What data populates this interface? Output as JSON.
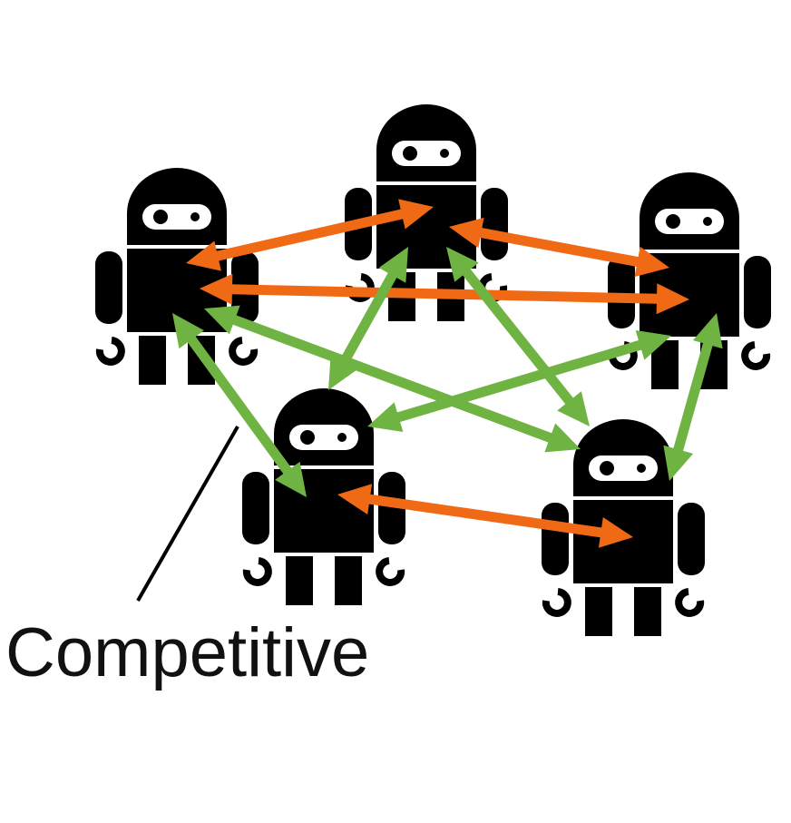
{
  "label": "Competitive",
  "colors": {
    "robot": "#000000",
    "eye_band": "#ffffff",
    "competitive_link": "#f06a16",
    "cooperative_link": "#6fb343",
    "callout_line": "#000000",
    "background": "#ffffff"
  },
  "robots": [
    {
      "id": "left"
    },
    {
      "id": "top"
    },
    {
      "id": "right"
    },
    {
      "id": "center-bottom"
    },
    {
      "id": "right-bottom"
    }
  ],
  "links": [
    {
      "from": "left",
      "to": "top",
      "type": "competitive"
    },
    {
      "from": "top",
      "to": "right",
      "type": "competitive"
    },
    {
      "from": "left",
      "to": "right",
      "type": "competitive"
    },
    {
      "from": "center-bottom",
      "to": "right-bottom",
      "type": "competitive"
    },
    {
      "from": "top",
      "to": "center-bottom",
      "type": "cooperative"
    },
    {
      "from": "top",
      "to": "right-bottom",
      "type": "cooperative"
    },
    {
      "from": "left",
      "to": "right-bottom",
      "type": "cooperative"
    },
    {
      "from": "left",
      "to": "center-bottom",
      "type": "cooperative"
    },
    {
      "from": "right",
      "to": "center-bottom",
      "type": "cooperative"
    },
    {
      "from": "right",
      "to": "right-bottom",
      "type": "cooperative"
    }
  ]
}
